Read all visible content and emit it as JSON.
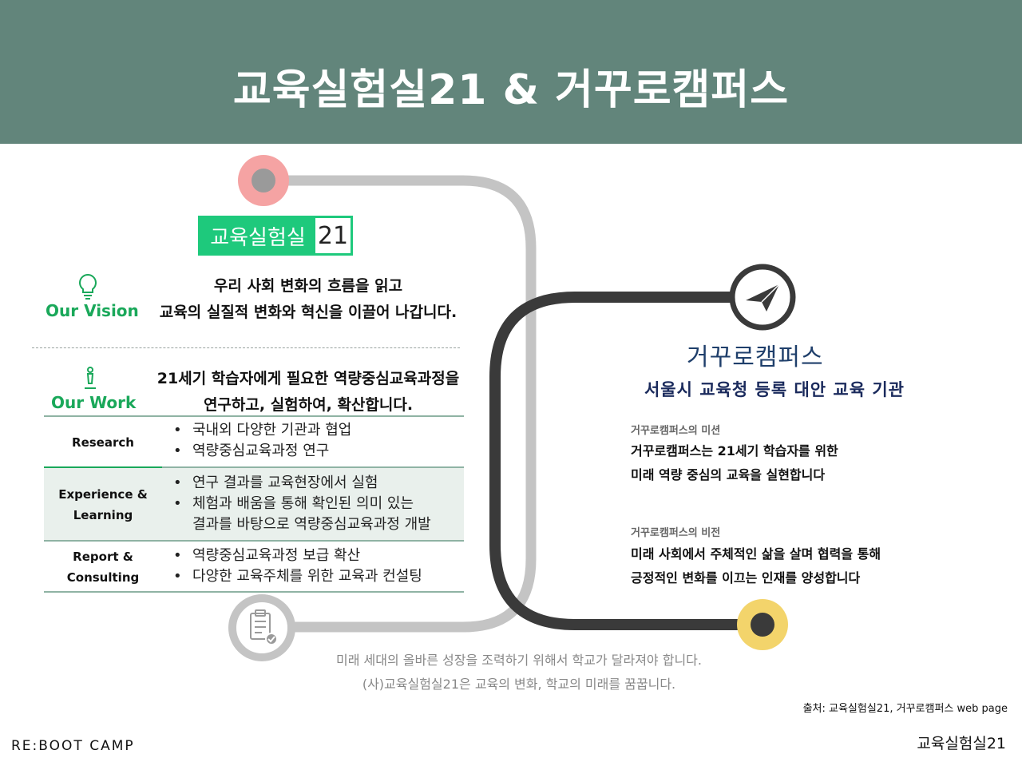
{
  "header": {
    "title": "교육실험실21 & 거꾸로캠퍼스"
  },
  "lab21_logo": {
    "left": "교육실험실",
    "right": "21"
  },
  "vision": {
    "label": "Our Vision",
    "lines": [
      "우리 사회 변화의 흐름을 읽고",
      "교육의 실질적 변화와 혁신을 이끌어 나갑니다."
    ]
  },
  "work": {
    "label": "Our Work",
    "lines": [
      "21세기 학습자에게 필요한 역량중심교육과정을",
      "연구하고, 실험하여, 확산합니다."
    ]
  },
  "table": {
    "rows": [
      {
        "label_lines": [
          "Research"
        ],
        "items": [
          "국내외 다양한 기관과 협업",
          "역량중심교육과정 연구"
        ]
      },
      {
        "label_lines": [
          "Experience &",
          "Learning"
        ],
        "items": [
          "연구 결과를 교육현장에서 실험",
          "체험과 배움을 통해 확인된 의미 있는 결과를 바탕으로 역량중심교육과정 개발"
        ],
        "item_display": [
          "연구 결과를 교육현장에서 실험",
          "체험과 배움을 통해 확인된 의미 있는",
          "결과를 바탕으로 역량중심교육과정 개발"
        ]
      },
      {
        "label_lines": [
          "Report &",
          "Consulting"
        ],
        "items": [
          "역량중심교육과정 보급 확산",
          "다양한 교육주체를 위한 교육과 컨설팅"
        ]
      }
    ]
  },
  "campus": {
    "logo_text": "거꾸로캠퍼스",
    "subtitle": "서울시 교육청 등록 대안 교육 기관",
    "mission_heading": "거꾸로캠퍼스의 미션",
    "mission_lines": [
      "거꾸로캠퍼스는 21세기 학습자를 위한",
      "미래 역량 중심의 교육을 실현합니다"
    ],
    "vision_heading": "거꾸로캠퍼스의 비전",
    "vision_lines": [
      "미래 사회에서 주체적인 삶을 살며 협력을 통해",
      "긍정적인 변화를 이끄는 인재를 양성합니다"
    ]
  },
  "footer": {
    "message_lines": [
      "미래 세대의 올바른 성장을 조력하기 위해서 학교가 달라져야 합니다.",
      "(사)교육실험실21은 교육의 변화, 학교의 미래를 꿈꿉니다."
    ],
    "source": "출처: 교육실험실21, 거꾸로캠퍼스 web page",
    "brand_left": "RE:BOOT CAMP",
    "brand_right": "교육실험실21"
  },
  "colors": {
    "header": "#62857b",
    "accent_green": "#1aa85a",
    "path_gray": "#c4c4c4",
    "path_dark": "#3a3a3a",
    "dot_red": "#f08a8a",
    "dot_yellow": "#f3d46b",
    "campus_navy": "#1a2a5c"
  },
  "icons": [
    "lightbulb-icon",
    "chess-piece-icon",
    "paper-plane-icon",
    "clipboard-check-icon"
  ]
}
